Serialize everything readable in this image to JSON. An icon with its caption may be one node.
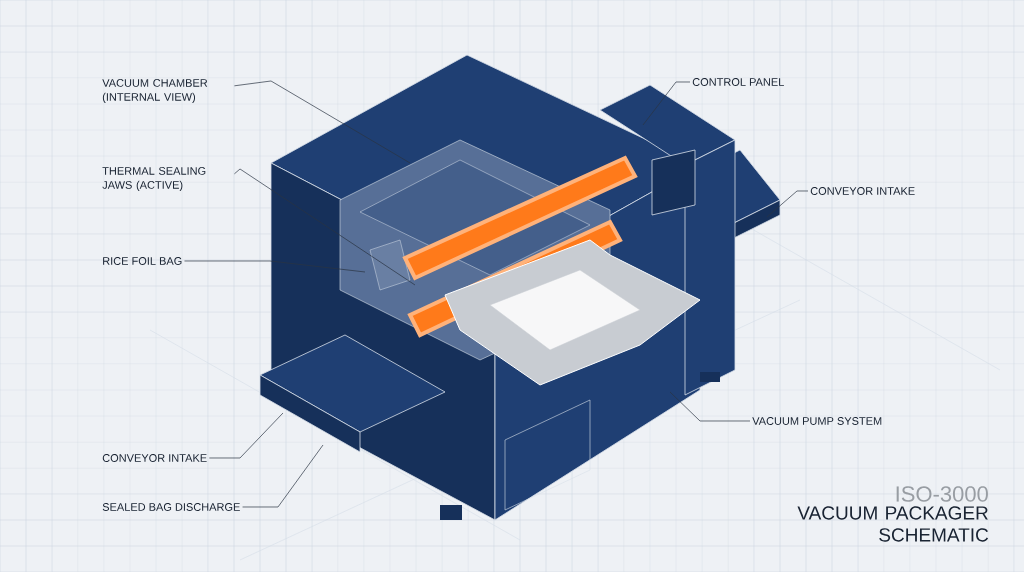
{
  "diagram": {
    "title": "VACUUM PACKAGER SCHEMATIC",
    "nodes": [
      {
        "text": [
          "VACUUM CHAMBER (INTERNAL VIEW)"
        ]
      },
      {
        "text": [
          "THERMAL SEALING JAWS (ACTIVE)"
        ]
      },
      {
        "text": [
          "RICE FOIL BAG"
        ]
      },
      {
        "text": [
          "CONVEYOR INTAKE"
        ]
      },
      {
        "text": [
          "SEALED BAG DISCHARGE"
        ]
      },
      {
        "text": [
          "CONTROL PANEL"
        ]
      },
      {
        "text": [
          "CONVEYOR INTAKE"
        ]
      },
      {
        "text": [
          "VACUUM PUMP SYSTEM"
        ]
      }
    ],
    "edges": [
      {
        "from": 0,
        "to": null,
        "arrow": "none"
      },
      {
        "from": 1,
        "to": null,
        "arrow": "none"
      },
      {
        "from": 2,
        "to": null,
        "arrow": "none"
      },
      {
        "from": 3,
        "to": null,
        "arrow": "none"
      },
      {
        "from": 4,
        "to": null,
        "arrow": "none"
      },
      {
        "from": 5,
        "to": null,
        "arrow": "none"
      },
      {
        "from": 6,
        "to": null,
        "arrow": "none"
      },
      {
        "from": 7,
        "to": null,
        "arrow": "none"
      }
    ],
    "labels": [
      "ISO-3000"
    ]
  }
}
